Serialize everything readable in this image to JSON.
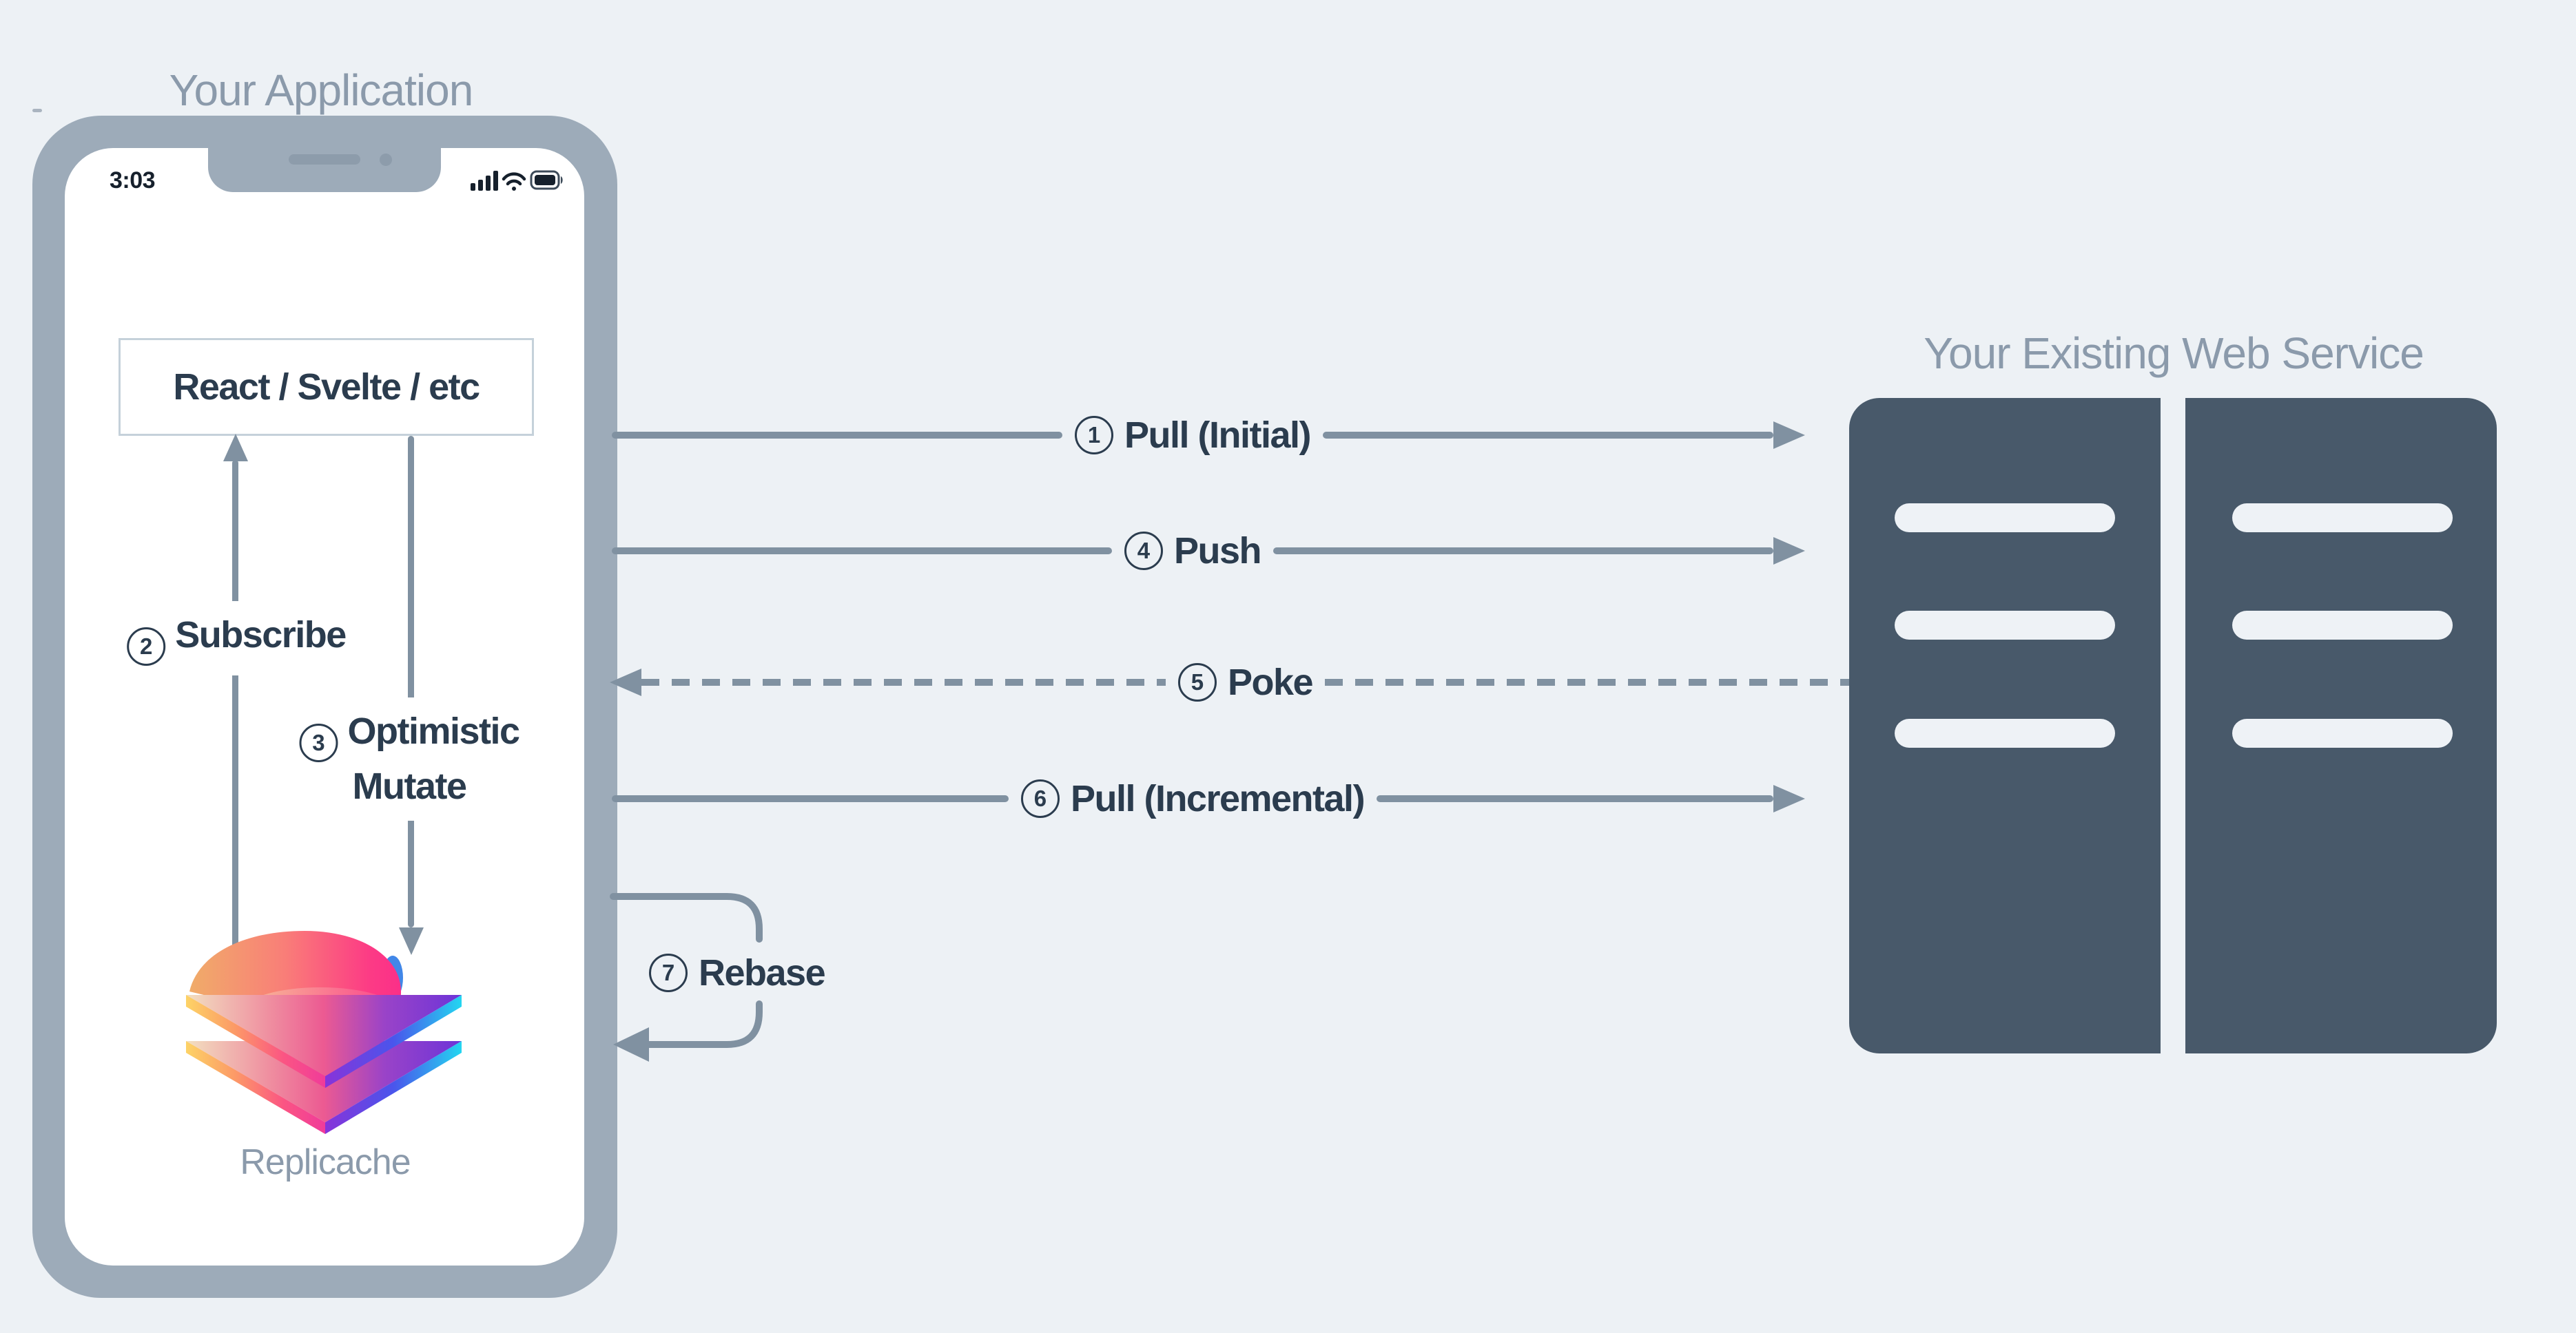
{
  "colors": {
    "background": "#edf1f5",
    "phone-frame": "#9dabb9",
    "screen": "#ffffff",
    "arrow": "#8091a1",
    "dark-text": "#2b3c4e",
    "muted-title": "#8b9aab",
    "server": "#48596a",
    "server-slot": "#eef2f6",
    "box-border": "#c5d1da",
    "status-icon": "#16202c",
    "notch-detail": "#8d9cab"
  },
  "application": {
    "title": "Your Application",
    "status_bar": {
      "time": "3:03"
    },
    "framework_box": "React / Svelte / etc",
    "logo_caption": "Replicache",
    "internal_flows": [
      {
        "num": "2",
        "label": "Subscribe"
      },
      {
        "num": "3",
        "label": "Optimistic Mutate"
      }
    ]
  },
  "sync_flows": [
    {
      "num": "1",
      "label": "Pull (Initial)",
      "direction": "right",
      "line_style": "solid"
    },
    {
      "num": "4",
      "label": "Push",
      "direction": "right",
      "line_style": "solid"
    },
    {
      "num": "5",
      "label": "Poke",
      "direction": "left",
      "line_style": "dashed"
    },
    {
      "num": "6",
      "label": "Pull (Incremental)",
      "direction": "right",
      "line_style": "solid"
    },
    {
      "num": "7",
      "label": "Rebase",
      "direction": "loop",
      "line_style": "solid"
    }
  ],
  "web_service": {
    "title": "Your Existing Web Service",
    "towers": 2,
    "slots_per_tower": 3
  }
}
